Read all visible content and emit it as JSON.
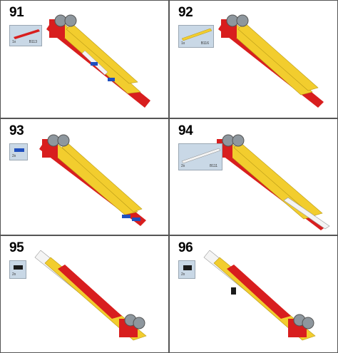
{
  "steps": [
    {
      "number": "91",
      "qty": "1x",
      "part_id": "B113"
    },
    {
      "number": "92",
      "qty": "1x",
      "part_id": "B116"
    },
    {
      "number": "93",
      "qty": "2x",
      "part_id": ""
    },
    {
      "number": "94",
      "qty": "2x",
      "part_id": "B111"
    },
    {
      "number": "95",
      "qty": "2x",
      "part_id": ""
    },
    {
      "number": "96",
      "qty": "2x",
      "part_id": ""
    }
  ],
  "colors": {
    "yellow": "#f2cd2e",
    "red": "#d81e1e",
    "blue": "#1f4fbf",
    "gray": "#8e979e",
    "black": "#1b1b1b",
    "white": "#f4f4f4",
    "callout_bg": "#c9d8e6"
  }
}
